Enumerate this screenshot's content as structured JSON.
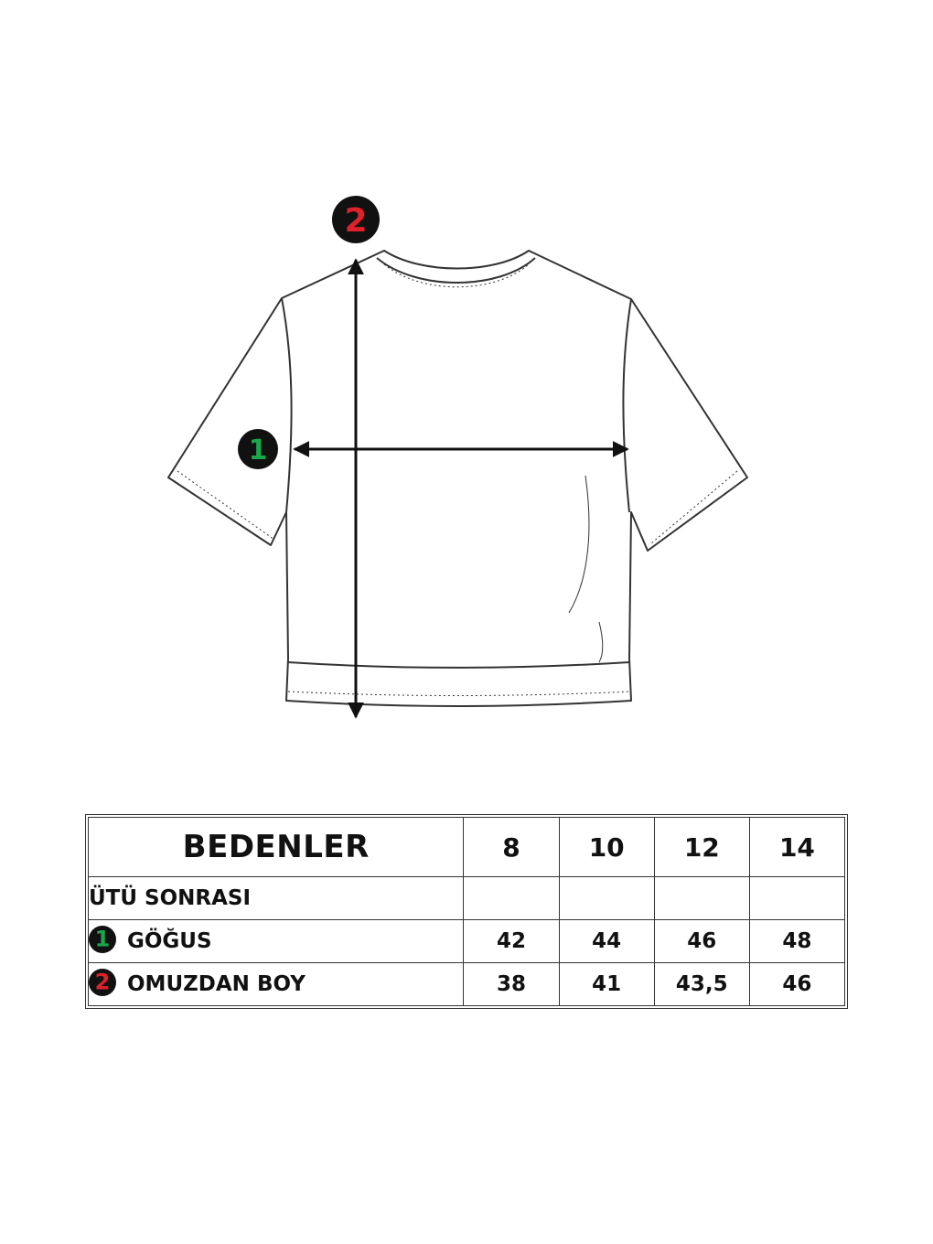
{
  "markers": [
    {
      "number": "1",
      "color": "#1aa64a",
      "meaning": "chest"
    },
    {
      "number": "2",
      "color": "#e0202a",
      "meaning": "length"
    }
  ],
  "table": {
    "title": "BEDENLER",
    "sizes": [
      "8",
      "10",
      "12",
      "14"
    ],
    "section_label": "ÜTÜ SONRASI",
    "rows": [
      {
        "badge": "1",
        "badge_color": "#1aa64a",
        "label": "GÖĞUS",
        "values": [
          "42",
          "44",
          "46",
          "48"
        ]
      },
      {
        "badge": "2",
        "badge_color": "#e0202a",
        "label": "OMUZDAN BOY",
        "values": [
          "38",
          "41",
          "43,5",
          "46"
        ]
      }
    ]
  },
  "colors": {
    "outline": "#333333",
    "arrow": "#111111",
    "background": "#ffffff"
  }
}
